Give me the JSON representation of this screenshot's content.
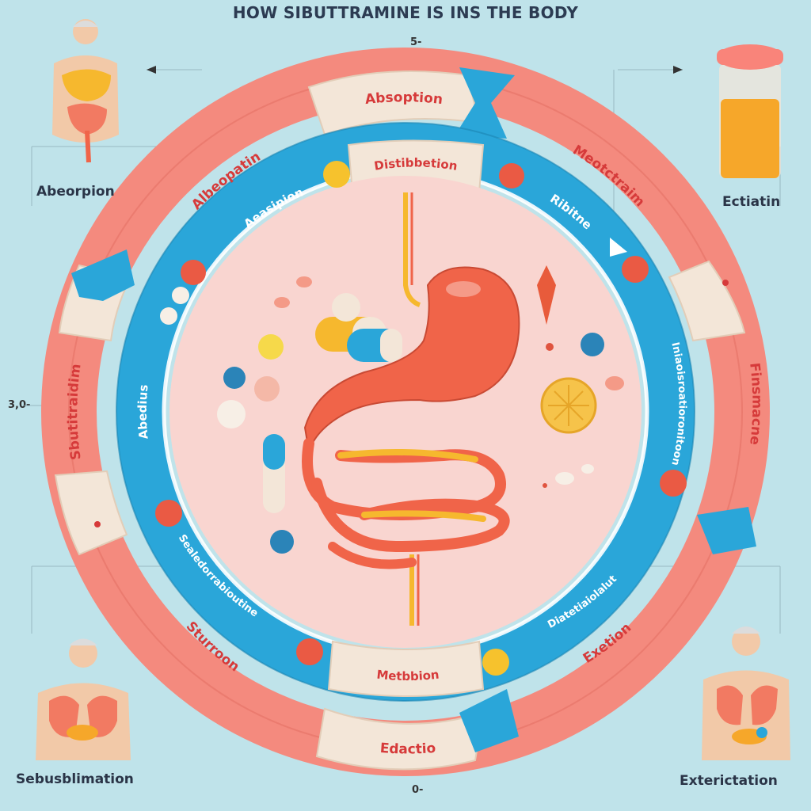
{
  "title": "HOW SIBUTTRAMINE IS INS THE BODY",
  "axis_ticks": {
    "top": "5-",
    "left": "3,0-",
    "bottom": "0-"
  },
  "corners": {
    "top_left": "Abeorpion",
    "top_right": "Ectiatin",
    "bottom_left": "Sebusblimation",
    "bottom_right": "Exterictation"
  },
  "outer_ring": {
    "top": "Absoption",
    "upper_left": "Albeopatin",
    "upper_right": "Meotctraim",
    "left": "Sbutitraidim",
    "right": "Finsmacne",
    "lower_left": "Sturroon",
    "lower_right": "Exetion",
    "bottom": "Edactio"
  },
  "inner_ring": {
    "top": "Distibbetion",
    "upper_left": "Aeasipion",
    "upper_right": "Ribitne",
    "left": "Abedius",
    "right": "Iniaoisroatioronitoon",
    "lower_left": "Sealedorrabioutine",
    "lower_right": "Diatetiaiolalut",
    "bottom": "Metbbion"
  },
  "colors": {
    "background": "#bfe3ea",
    "outer_ring": "#f48a7e",
    "inner_ring": "#2aa6d9",
    "cream_segment": "#f3e6d8",
    "center": "#f9d5d0",
    "stomach": "#f06449",
    "intestine_yellow": "#f6b82e",
    "label_red": "#d63a3a"
  }
}
